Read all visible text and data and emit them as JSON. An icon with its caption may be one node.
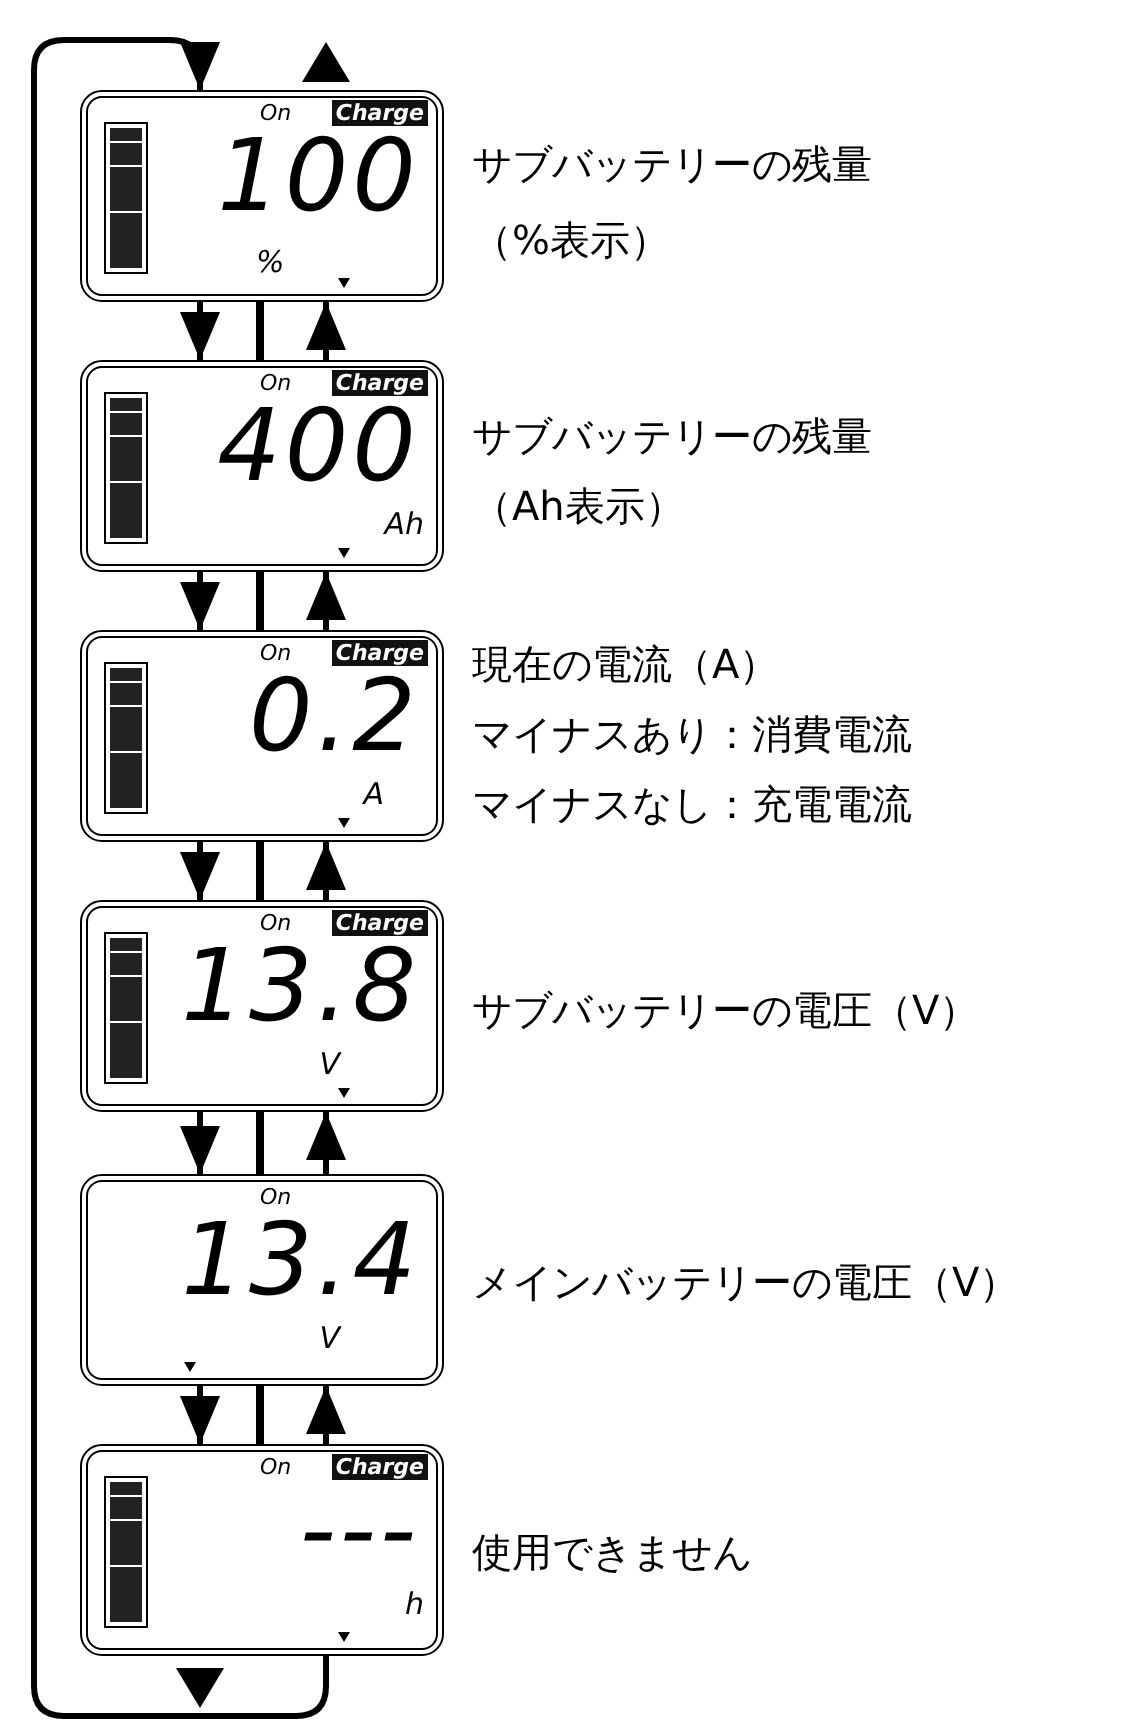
{
  "diagram": {
    "nodes": [
      {
        "text": [
          "On",
          "Charge",
          "100",
          "%"
        ],
        "beside": [
          "サブバッテリーの残量",
          "（%表示）"
        ]
      },
      {
        "text": [
          "On",
          "Charge",
          "400",
          "Ah"
        ],
        "beside": [
          "サブバッテリーの残量",
          "（Ah表示）"
        ]
      },
      {
        "text": [
          "On",
          "Charge",
          "0.2",
          "A"
        ],
        "beside": [
          "現在の電流（A）",
          "マイナスあり：消費電流",
          "マイナスなし：充電電流"
        ]
      },
      {
        "text": [
          "On",
          "Charge",
          "13.8",
          "V"
        ],
        "beside": [
          "サブバッテリーの電圧（V）"
        ]
      },
      {
        "text": [
          "On",
          "13.4",
          "V"
        ],
        "beside": [
          "メインバッテリーの電圧（V）"
        ]
      },
      {
        "text": [
          "On",
          "Charge",
          "---",
          "h"
        ],
        "beside": [
          "使用できません"
        ]
      }
    ],
    "edges": [
      {
        "from": 0,
        "to": 1,
        "arrow": "to"
      },
      {
        "from": 1,
        "to": 0,
        "arrow": "to"
      },
      {
        "from": 1,
        "to": 2,
        "arrow": "to"
      },
      {
        "from": 2,
        "to": 1,
        "arrow": "to"
      },
      {
        "from": 2,
        "to": 3,
        "arrow": "to"
      },
      {
        "from": 3,
        "to": 2,
        "arrow": "to"
      },
      {
        "from": 3,
        "to": 4,
        "arrow": "to"
      },
      {
        "from": 4,
        "to": 3,
        "arrow": "to"
      },
      {
        "from": 4,
        "to": 5,
        "arrow": "to"
      },
      {
        "from": 5,
        "to": 4,
        "arrow": "to"
      },
      {
        "from": 5,
        "to": 0,
        "arrow": "both"
      }
    ]
  }
}
